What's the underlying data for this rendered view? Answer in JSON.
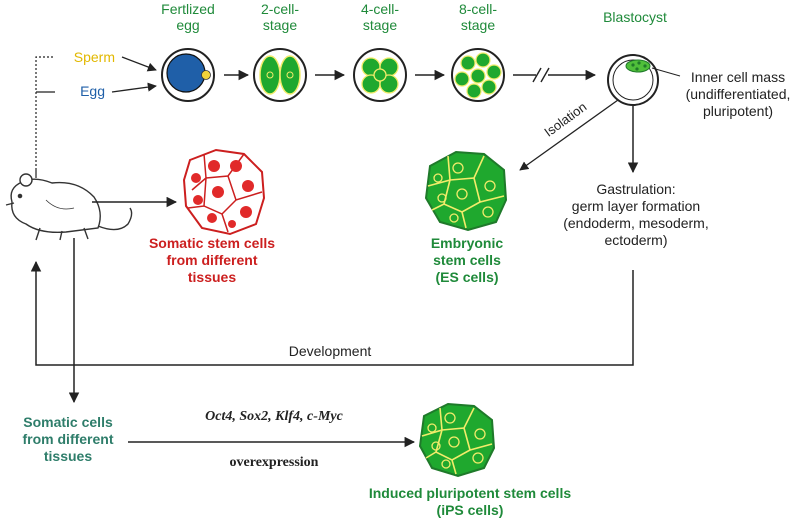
{
  "stages": {
    "fertilized": [
      "Fertlized",
      "egg"
    ],
    "two_cell": [
      "2-cell-",
      "stage"
    ],
    "four_cell": [
      "4-cell-",
      "stage"
    ],
    "eight_cell": [
      "8-cell-",
      "stage"
    ],
    "blastocyst": "Blastocyst"
  },
  "gametes": {
    "sperm": "Sperm",
    "egg": "Egg"
  },
  "inner_cell_mass": [
    "Inner cell mass",
    "(undifferentiated,",
    "pluripotent)"
  ],
  "isolation": "Isolation",
  "gastrulation": [
    "Gastrulation:",
    "germ layer formation",
    "(endoderm, mesoderm,",
    "ectoderm)"
  ],
  "somatic_stem": [
    "Somatic stem cells",
    "from different",
    "tissues"
  ],
  "es_cells": [
    "Embryonic",
    "stem cells",
    "(ES cells)"
  ],
  "development": "Development",
  "somatic_cells": [
    "Somatic cells",
    "from different",
    "tissues"
  ],
  "factors": "Oct4, Sox2, Klf4, c-Myc",
  "overexpression": "overexpression",
  "ips": [
    "Induced pluripotent stem cells",
    "(iPS cells)"
  ],
  "colors": {
    "green": "#1f8a3a",
    "red": "#cc1f1f",
    "teal": "#2e7d6a",
    "sperm": "#e2b800",
    "egg": "#1f5fa8",
    "cell_fill": "#1fa82e",
    "nucleus": "#f2ec6a"
  }
}
